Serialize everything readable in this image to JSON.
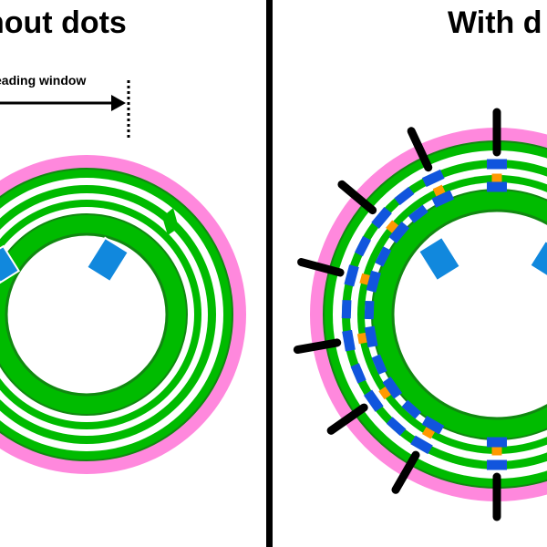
{
  "titles": {
    "left": "hout dots",
    "right": "With d"
  },
  "labels": {
    "reading_window": "eading window"
  },
  "colors": {
    "pink_ring": "#ff88dd",
    "green_ring": "#00bb00",
    "dark_green": "#118811",
    "white": "#ffffff",
    "blue_window": "#1188dd",
    "blue_dot": "#1155dd",
    "orange_dot": "#ff9900",
    "black": "#000000"
  },
  "icons": {
    "arrow": "right-arrow-icon",
    "window": "dotted-line-icon"
  }
}
